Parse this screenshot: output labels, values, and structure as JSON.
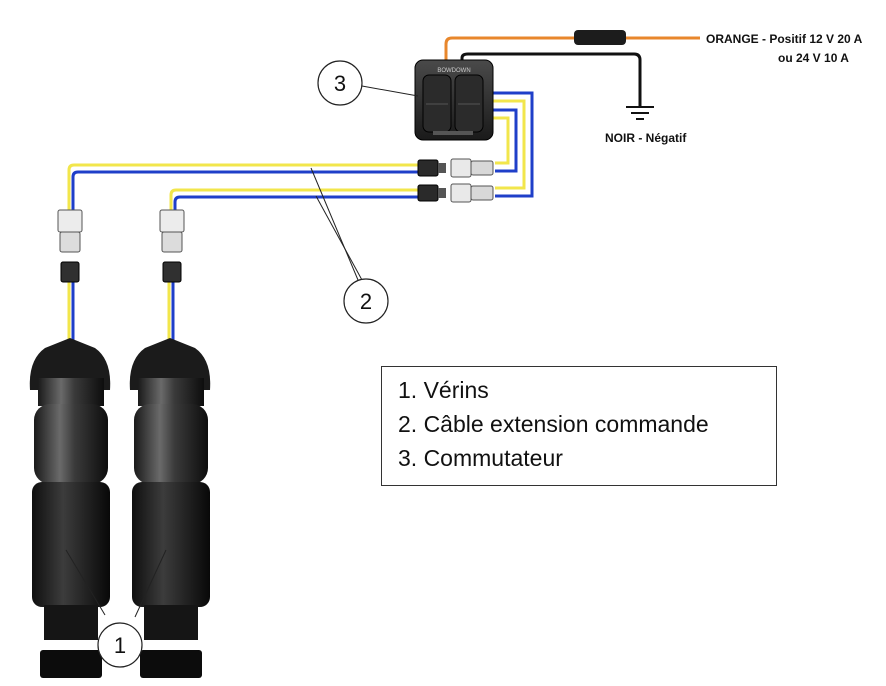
{
  "wires": {
    "positive_line1": "ORANGE - Positif 12 V 20 A",
    "positive_line2": "ou 24 V 10 A",
    "negative": "NOIR - Négatif",
    "colors": {
      "orange": "#e8872c",
      "black": "#111111",
      "blue": "#1f3fc9",
      "yellow": "#f2e64b"
    }
  },
  "switch": {
    "brand_text": "BOWDOWN"
  },
  "callouts": [
    "1",
    "2",
    "3"
  ],
  "legend": {
    "items": [
      "1. Vérins",
      "2. Câble extension commande",
      "3. Commutateur"
    ]
  }
}
